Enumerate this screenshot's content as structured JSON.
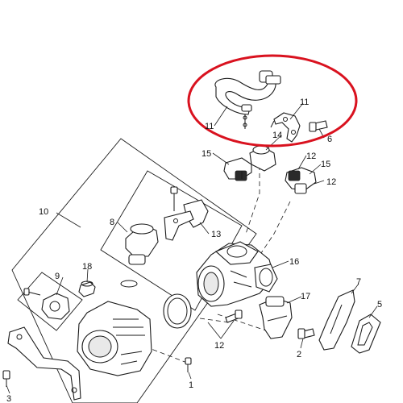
{
  "diagram": {
    "callouts": {
      "c1": "1",
      "c2": "2",
      "c3": "3",
      "c5": "5",
      "c6": "6",
      "c7": "7",
      "c8": "8",
      "c9": "9",
      "c10": "10",
      "c11a": "11",
      "c11b": "11",
      "c12a": "12",
      "c12b": "12",
      "c12c": "12",
      "c13": "13",
      "c14": "14",
      "c15a": "15",
      "c15b": "15",
      "c16": "16",
      "c17": "17",
      "c18": "18"
    },
    "highlight_color": "#d9121f"
  }
}
